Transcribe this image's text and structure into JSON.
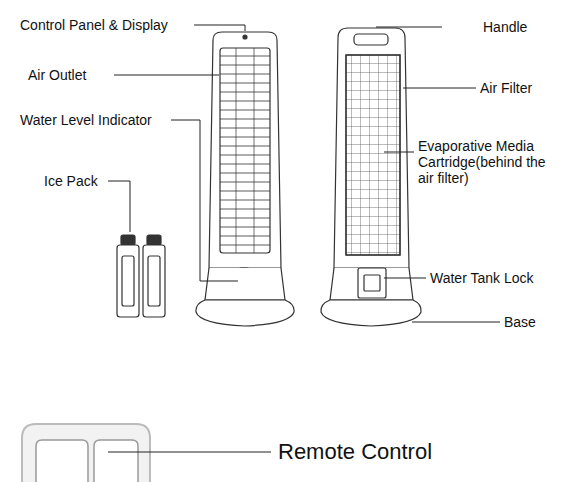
{
  "diagram": {
    "labels": [
      "Control Panel & Display",
      "Handle",
      "Air Outlet",
      "Air Filter",
      "Water Level Indicator",
      "Evaporative Media Cartridge(behind the air filter)",
      "Ice Pack",
      "Water Tank Lock",
      "Base",
      "Remote Control"
    ]
  }
}
